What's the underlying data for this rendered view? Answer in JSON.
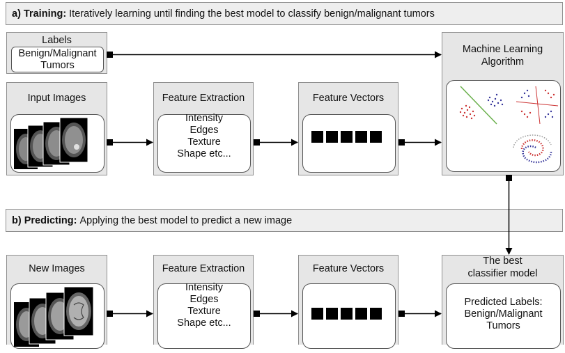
{
  "training_banner": {
    "prefix": "a) Training:",
    "text": "Iteratively learning until finding the best model to classify benign/malignant tumors"
  },
  "predicting_banner": {
    "prefix": "b) Predicting:",
    "text": "Applying the best model to predict a new image"
  },
  "training": {
    "labels": {
      "title": "Labels",
      "line1": "Benign/Malignant",
      "line2": "Tumors"
    },
    "input_images": {
      "title": "Input Images"
    },
    "feature_extraction": {
      "title": "Feature Extraction",
      "items": [
        "Intensity",
        "Edges",
        "Texture",
        "Shape etc..."
      ]
    },
    "feature_vectors": {
      "title": "Feature Vectors",
      "cell_count": 5
    },
    "ml_algorithm": {
      "title_line1": "Machine Learning",
      "title_line2": "Algorithm"
    }
  },
  "predicting": {
    "new_images": {
      "title": "New Images"
    },
    "feature_extraction": {
      "title": "Feature Extraction",
      "items": [
        "Intensity",
        "Edges",
        "Texture",
        "Shape etc..."
      ]
    },
    "feature_vectors": {
      "title": "Feature Vectors",
      "cell_count": 5
    },
    "best_model": {
      "title_line1": "The best",
      "title_line2": "classifier model",
      "result_line1": "Predicted Labels:",
      "result_line2": "Benign/Malignant",
      "result_line3": "Tumors"
    }
  },
  "colors": {
    "box_fill": "#e6e6e6",
    "banner_fill": "#eeeeee",
    "border": "#8f8f8f",
    "cluster_red": "#cc3333",
    "cluster_blue": "#333399"
  }
}
